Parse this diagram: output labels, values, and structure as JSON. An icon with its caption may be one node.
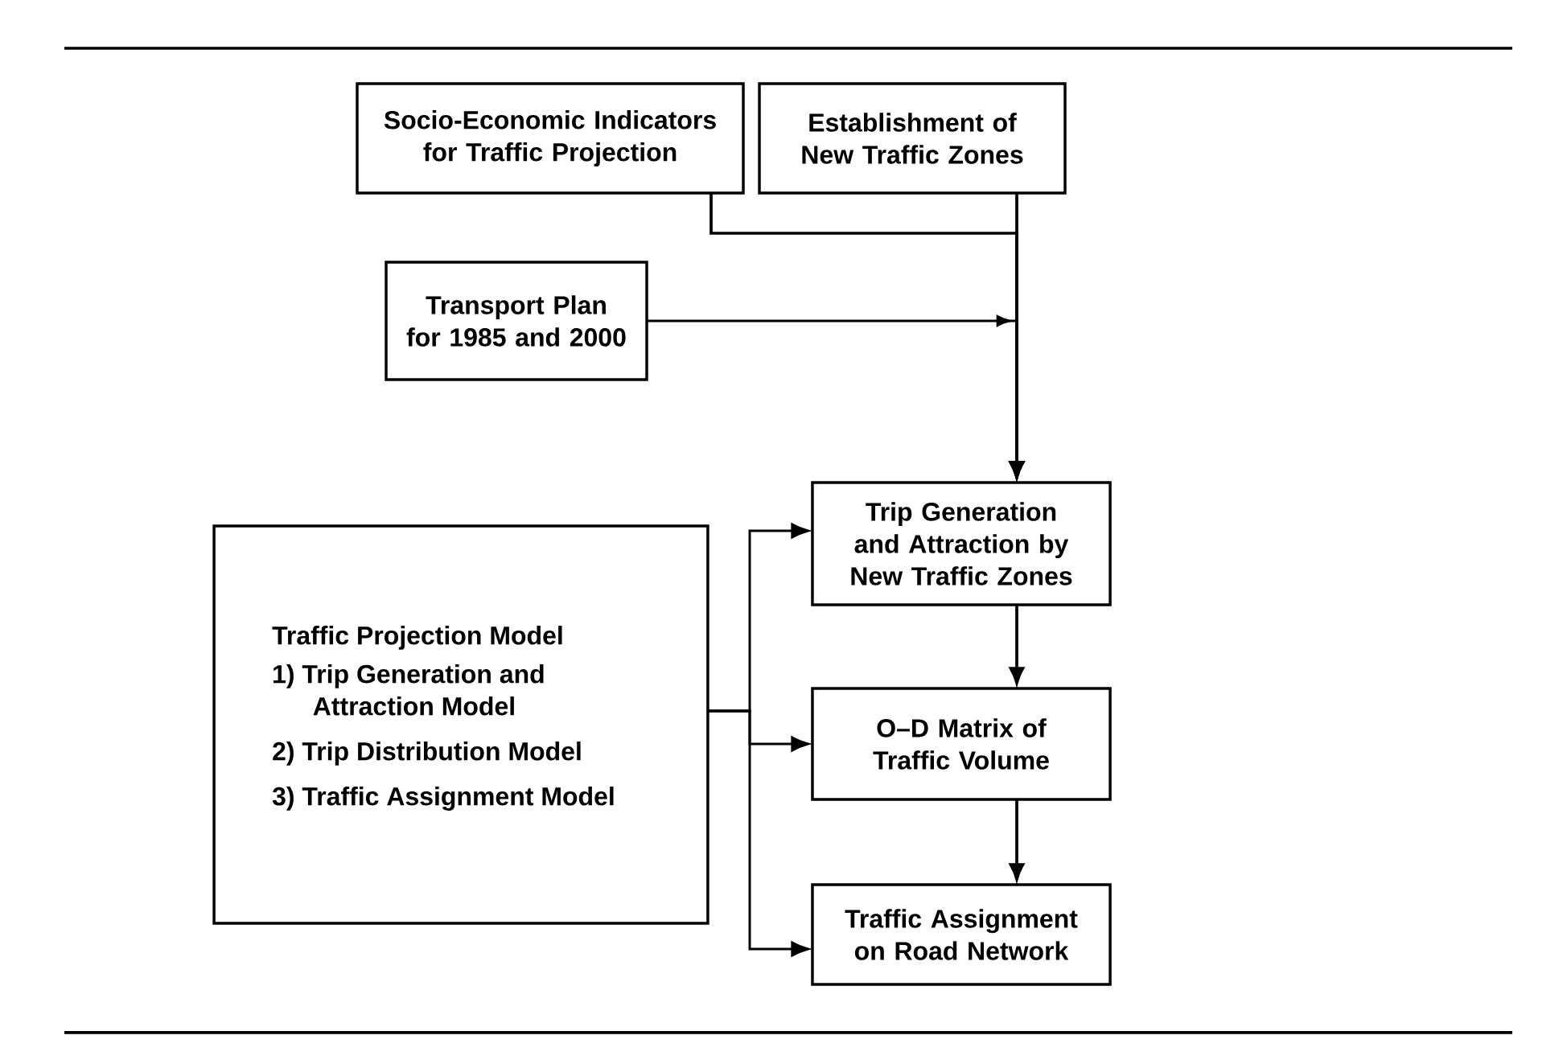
{
  "diagram": {
    "nodes": [
      {
        "text": [
          "Socio-Economic Indicators for Traffic Projection"
        ]
      },
      {
        "text": [
          "Establishment of New Traffic Zones"
        ]
      },
      {
        "text": [
          "Transport Plan for 1985 and 2000"
        ]
      },
      {
        "text": [
          "Trip Generation and Attraction by New Traffic Zones"
        ]
      },
      {
        "text": [
          "O–D Matrix of Traffic Volume"
        ]
      },
      {
        "text": [
          "Traffic Assignment on Road Network"
        ]
      },
      {
        "text": [
          "Traffic Projection Model",
          "1) Trip Generation and Attraction Model",
          "2) Trip Distribution Model",
          "3) Traffic Assignment Model"
        ]
      }
    ],
    "edges": [
      {
        "from": 0,
        "to": 3,
        "arrow": "to"
      },
      {
        "from": 1,
        "to": 3,
        "arrow": "to"
      },
      {
        "from": 2,
        "to": 3,
        "arrow": "to"
      },
      {
        "from": 3,
        "to": 4,
        "arrow": "to"
      },
      {
        "from": 4,
        "to": 5,
        "arrow": "to"
      },
      {
        "from": 6,
        "to": 3,
        "arrow": "to"
      },
      {
        "from": 6,
        "to": 4,
        "arrow": "to"
      },
      {
        "from": 6,
        "to": 5,
        "arrow": "to"
      }
    ]
  }
}
